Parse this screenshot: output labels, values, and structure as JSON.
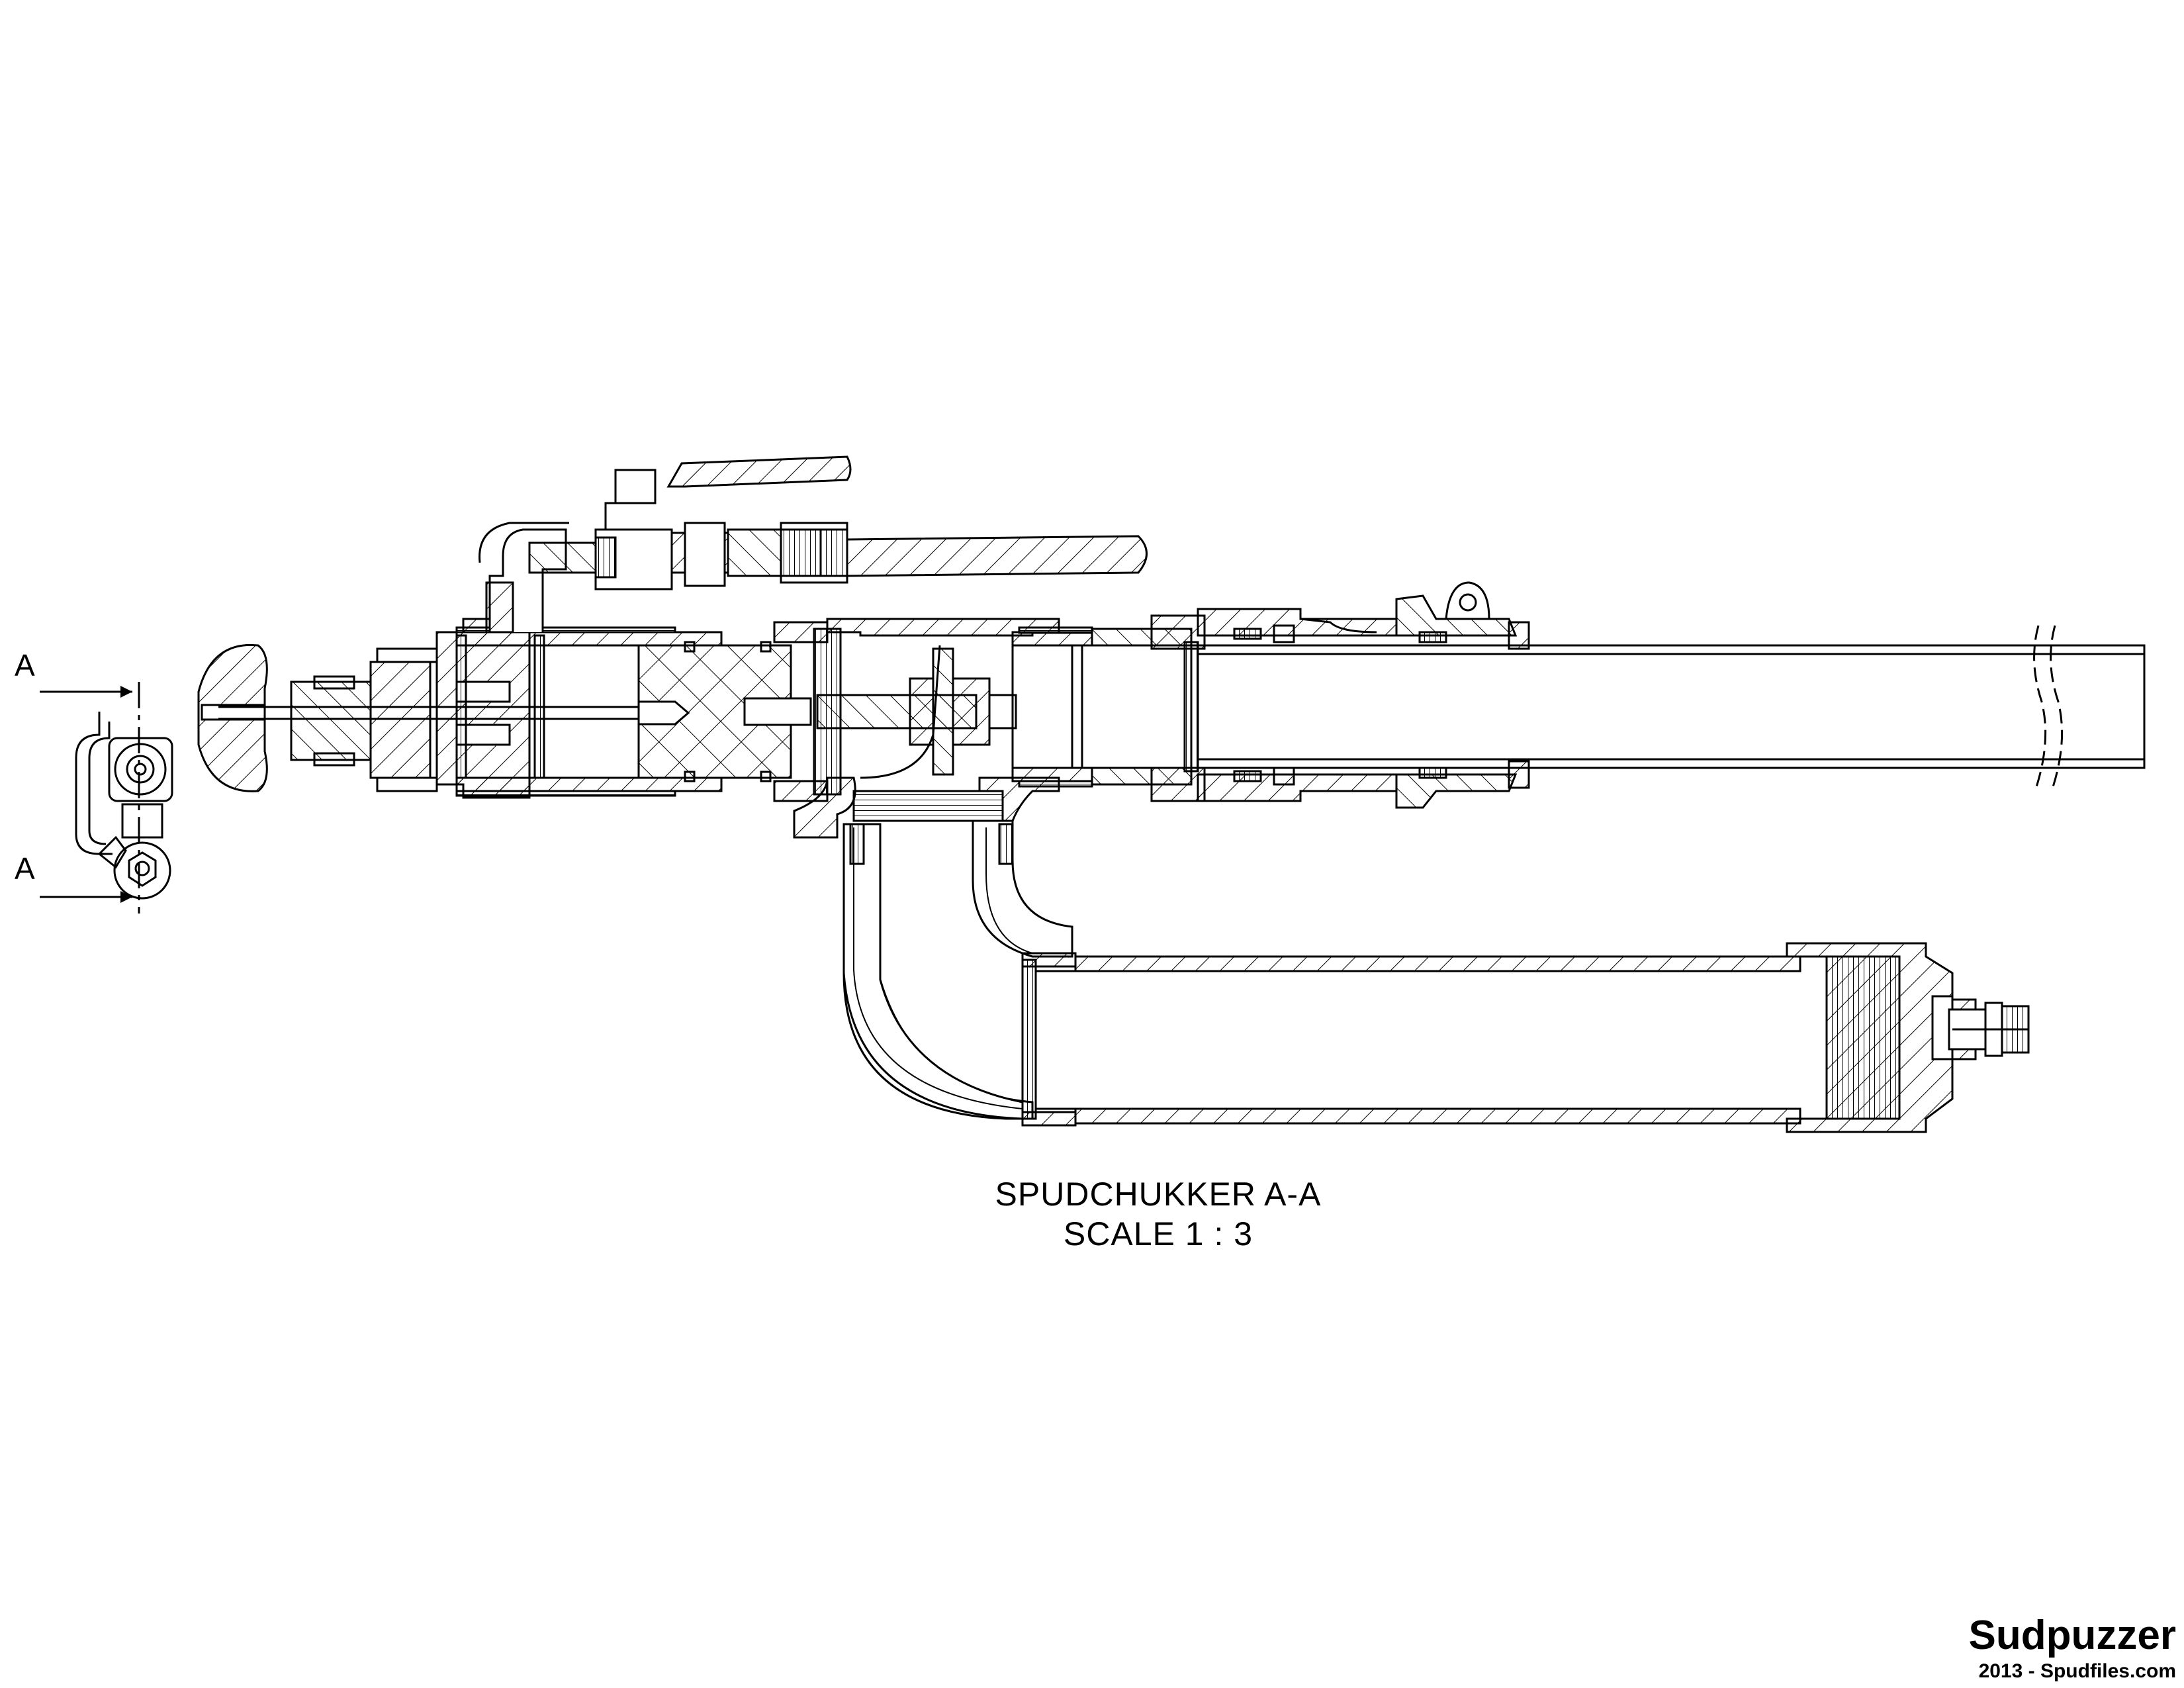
{
  "section_label_top": "A",
  "section_label_bottom": "A",
  "caption": {
    "line1": "SPUDCHUKKER A-A",
    "line2": "SCALE 1 : 3"
  },
  "author": "Sudpuzzer",
  "credit": "2013 - Spudfiles.com"
}
